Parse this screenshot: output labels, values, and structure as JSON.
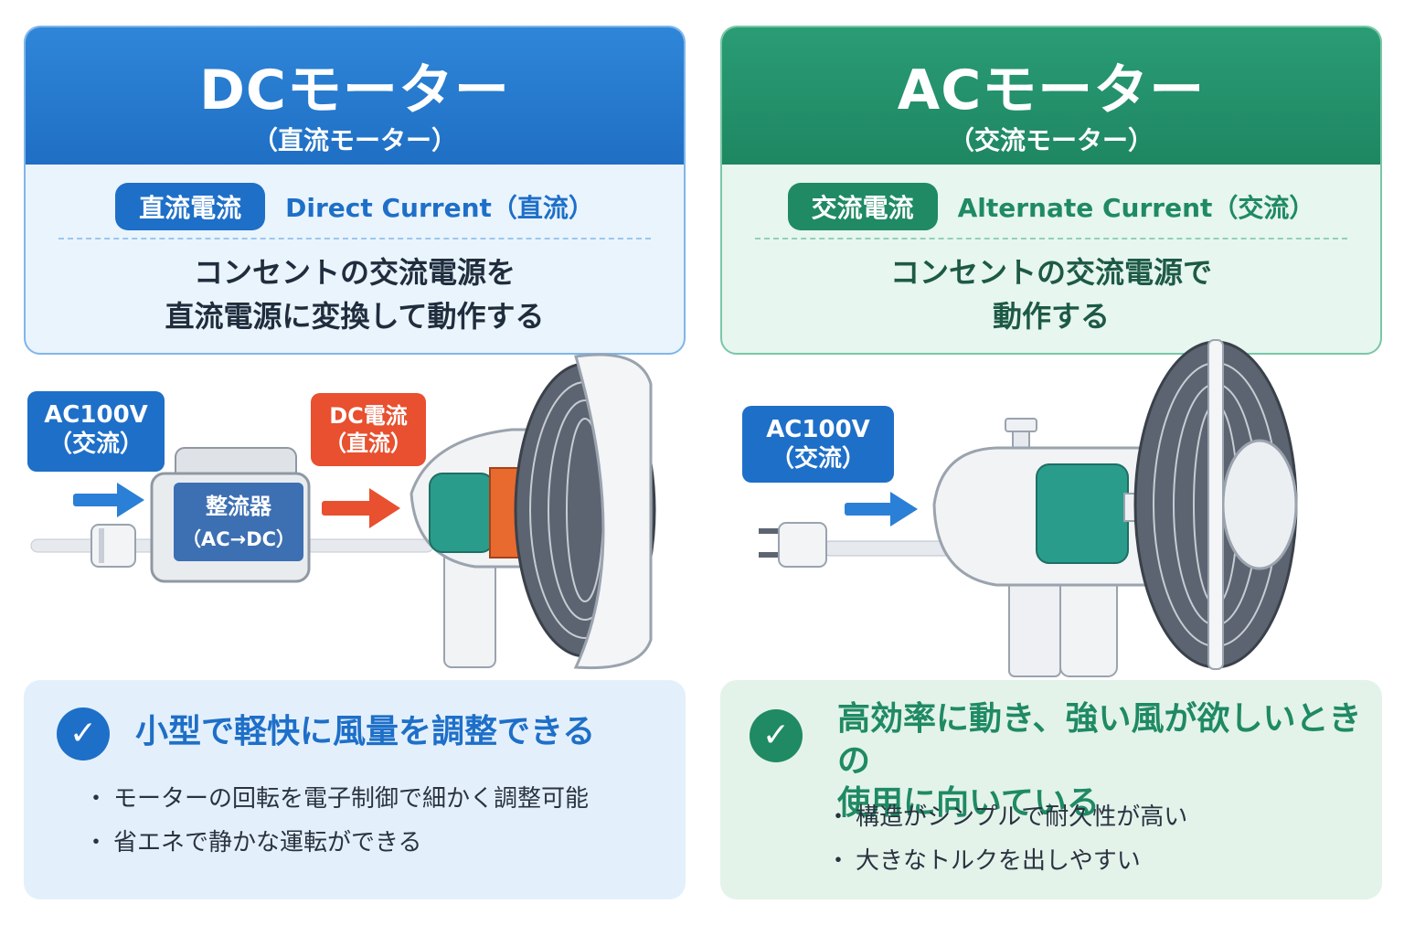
{
  "dc": {
    "title": "DCモーター",
    "subtitle": "（直流モーター）",
    "pill": "直流電流",
    "current_text": "Direct Current（直流）",
    "desc_line1": "コンセントの交流電源を",
    "desc_line2": "直流電源に変換して動作する",
    "input_label1": "AC100V",
    "input_label2": "（交流）",
    "rectifier_label1": "整流器",
    "rectifier_label2": "（AC→DC）",
    "dc_label1": "DC電流",
    "dc_label2": "（直流）",
    "headline": "小型で軽快に風量を調整できる",
    "bullets": [
      "モーターの回転を電子制御で細かく調整可能",
      "省エネで静かな運転ができる"
    ]
  },
  "ac": {
    "title": "ACモーター",
    "subtitle": "（交流モーター）",
    "pill": "交流電流",
    "current_text": "Alternate Current（交流）",
    "desc_line1": "コンセントの交流電源で",
    "desc_line2": "動作する",
    "input_label1": "AC100V",
    "input_label2": "（交流）",
    "headline_line1": "高効率に動き、強い風が欲しいときの",
    "headline_line2": "使用に向いている",
    "bullets": [
      "構造がシンプルで耐久性が高い",
      "大きなトルクを出しやすい"
    ]
  },
  "icons": {
    "check": "check-icon",
    "arrow": "arrow-right-icon",
    "plug": "plug-icon",
    "fan": "fan-icon"
  },
  "colors": {
    "dc_blue": "#1e6fc8",
    "ac_green": "#1f8a63",
    "dc_red": "#e8502f",
    "motor_teal": "#2a9c8c"
  }
}
